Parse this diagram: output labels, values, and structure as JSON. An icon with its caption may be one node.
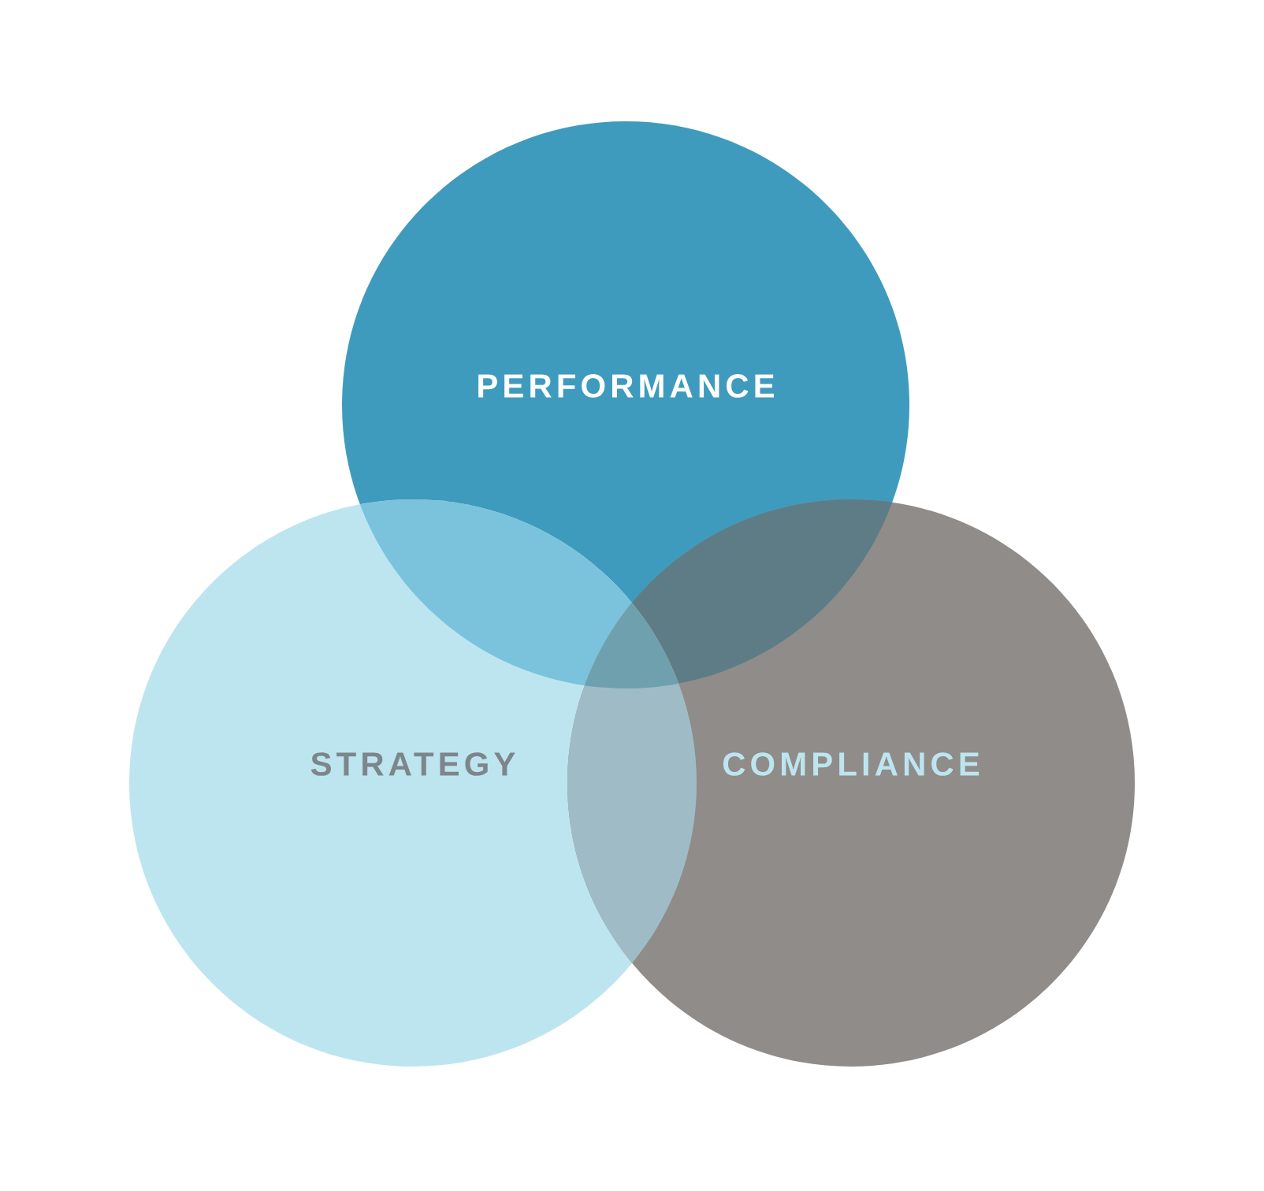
{
  "diagram": {
    "nodes": [
      {
        "text": [
          "PERFORMANCE"
        ]
      },
      {
        "text": [
          "STRATEGY"
        ]
      },
      {
        "text": [
          "COMPLIANCE"
        ]
      }
    ]
  }
}
